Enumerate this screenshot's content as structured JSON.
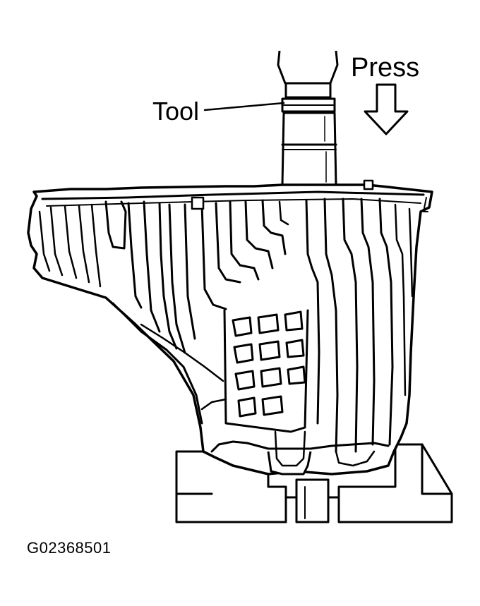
{
  "labels": {
    "press": "Press",
    "tool": "Tool"
  },
  "figure_code": "G02368501"
}
